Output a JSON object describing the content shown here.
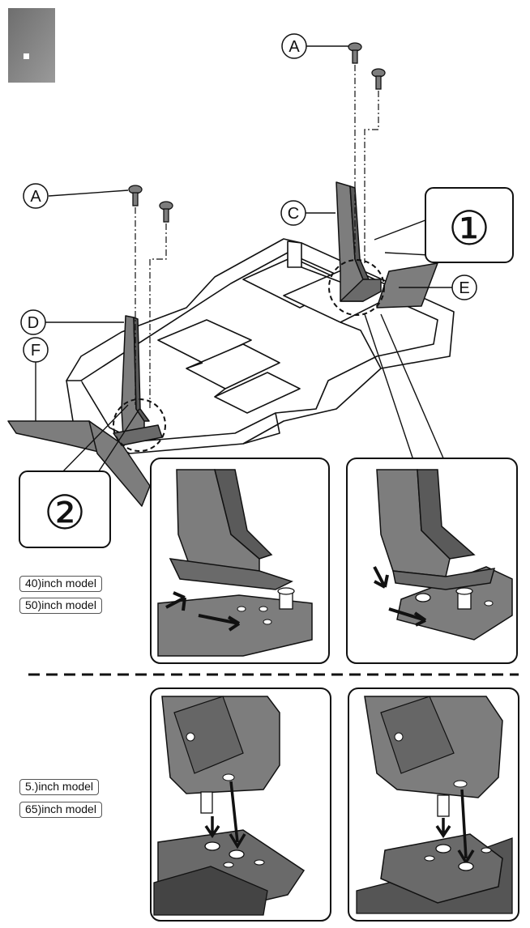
{
  "parts": {
    "screw_label": "A",
    "neck_right": "C",
    "neck_left": "D",
    "base_right": "E",
    "base_left": "F"
  },
  "steps": {
    "step1": "①",
    "step2": "②"
  },
  "models": {
    "group1": [
      "40)inch model",
      "50)inch model"
    ],
    "group2": [
      "5.)inch model",
      "65)inch model"
    ]
  },
  "colors": {
    "part_fill": "#7d7d7d",
    "part_dark": "#5a5a5a",
    "foam_fill": "#ffffff",
    "line": "#111111",
    "badge": "#6a6a6a"
  }
}
